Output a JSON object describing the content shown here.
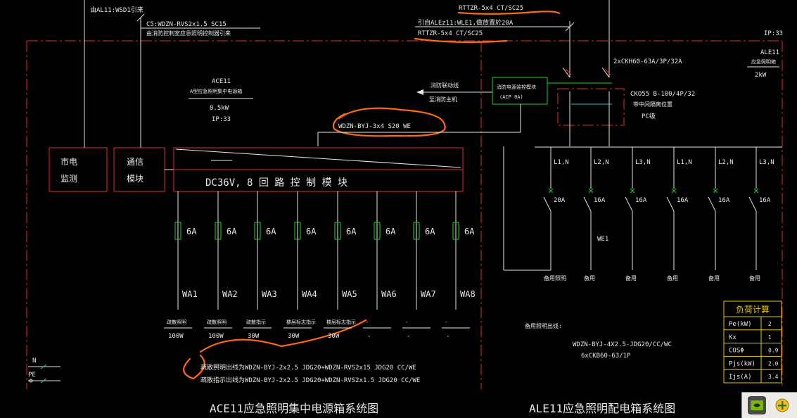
{
  "top": {
    "al11_source": "由AL11:WSD1引来",
    "c5_cable": "C5:WDZN-RVS2x1.5  SC15",
    "c5_desc": "由消防控制室应急照明控制器引来",
    "rttzr_top": "RTTZR-5x4  CT/SC25",
    "ale_lead": "引自ALEz11:WLE1,做放置於20A",
    "rttzr_bottom": "RTTZR-5x4  CT/SC25",
    "ip33_right": "IP:33"
  },
  "ale11_box": {
    "name": "ALE11",
    "sub": "应急照明箱",
    "power": "2kW"
  },
  "ace11": {
    "name": "ACE11",
    "sub": "A型应急照明集中电源箱",
    "power": "0.5kW",
    "ip": "IP:33"
  },
  "fire_link": {
    "line1": "消防联动线",
    "line2": "至消防主机",
    "module_line1": "消防电源监控模块",
    "module_line2": "(ACP 0A)"
  },
  "main_cable": "WDZN-BYJ-3x4  S20 WE",
  "breaker_main": "2xCKH60-63A/3P/32A",
  "isolator": {
    "model": "CKO55 B-100/4P/32",
    "desc": "带中间隔离位置",
    "type": "PC级"
  },
  "modules": {
    "mains_monitor_1": "市电",
    "mains_monitor_2": "监测",
    "comm_1": "通信",
    "comm_2": "模块",
    "control": "DC36V, 8  回  路  控  制  模  块"
  },
  "left_circuits": [
    {
      "fuse": "6A",
      "wire": "WA1",
      "load": "疏散照明",
      "power": "100W"
    },
    {
      "fuse": "6A",
      "wire": "WA2",
      "load": "疏散照明",
      "power": "100W"
    },
    {
      "fuse": "6A",
      "wire": "WA3",
      "load": "疏散指示",
      "power": "30W"
    },
    {
      "fuse": "6A",
      "wire": "WA4",
      "load": "楼层标志指示",
      "power": "30W"
    },
    {
      "fuse": "6A",
      "wire": "WA5",
      "load": "楼层标志指示",
      "power": "30W"
    },
    {
      "fuse": "6A",
      "wire": "WA6",
      "load": "-",
      "power": "-"
    },
    {
      "fuse": "6A",
      "wire": "WA7",
      "load": "-",
      "power": "-"
    },
    {
      "fuse": "6A",
      "wire": "WA8",
      "load": "-",
      "power": "-"
    }
  ],
  "left_notes": [
    "疏散照明出线为WDZN-BYJ-2x2.5  JDG20+WDZN-RVS2x15  JDG20 CC/WE",
    "疏散指示出线为WDZN-BYJ-2x2.5  JDG20+WDZN-RVS2x1.5  JDG20 CC/WE"
  ],
  "right_circuits": [
    {
      "phase": "L1,N",
      "breaker": "20A",
      "wire": "WE1",
      "load": "备用照明"
    },
    {
      "phase": "L2,N",
      "breaker": "16A",
      "wire": "",
      "load": "备用"
    },
    {
      "phase": "L3,N",
      "breaker": "16A",
      "wire": "",
      "load": "备用"
    },
    {
      "phase": "L1,N",
      "breaker": "16A",
      "wire": "",
      "load": "备用"
    },
    {
      "phase": "L2,N",
      "breaker": "16A",
      "wire": "",
      "load": "备用"
    },
    {
      "phase": "L3,N",
      "breaker": "16A",
      "wire": "",
      "load": "备用"
    }
  ],
  "right_notes": {
    "backup_label": "备用照明出线:",
    "cable": "WDZN-BYJ-4X2.5-JDG20/CC/WC",
    "breaker": "6xCKB60-63/1P"
  },
  "load_table": {
    "title": "负荷计算",
    "rows": [
      {
        "k": "Pe(kW)",
        "v": "2"
      },
      {
        "k": "Kx",
        "v": "1"
      },
      {
        "k": "COSΦ",
        "v": "0.9"
      },
      {
        "k": "Pjs(kW)",
        "v": "2.0"
      },
      {
        "k": "Ijs(A)",
        "v": "3.4"
      }
    ]
  },
  "ground": {
    "n": "N",
    "pe": "PE"
  },
  "titles": {
    "left": "ACE11应急照明集中电源箱系统图",
    "right": "ALE11应急照明配电箱系统图"
  },
  "toolbar": {
    "icons": [
      "nvidia-icon",
      "add-circle-icon"
    ],
    "colors": {
      "nvidia": "#76b900",
      "add": "#f0c020"
    }
  }
}
